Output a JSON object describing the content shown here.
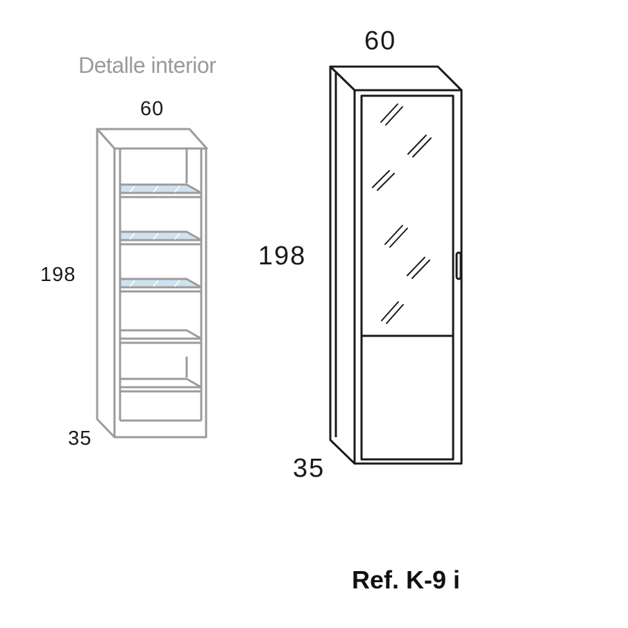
{
  "detail": {
    "caption": "Detalle interior",
    "width": "60",
    "height": "198",
    "depth": "35"
  },
  "main": {
    "width": "60",
    "height": "198",
    "depth": "35"
  },
  "reference": "Ref. K-9 i",
  "colors": {
    "detail_line": "#9b9b9b",
    "main_line": "#1a1a1a",
    "glass_fill": "#cfe3ef",
    "caption_text": "#9a9a9a"
  }
}
